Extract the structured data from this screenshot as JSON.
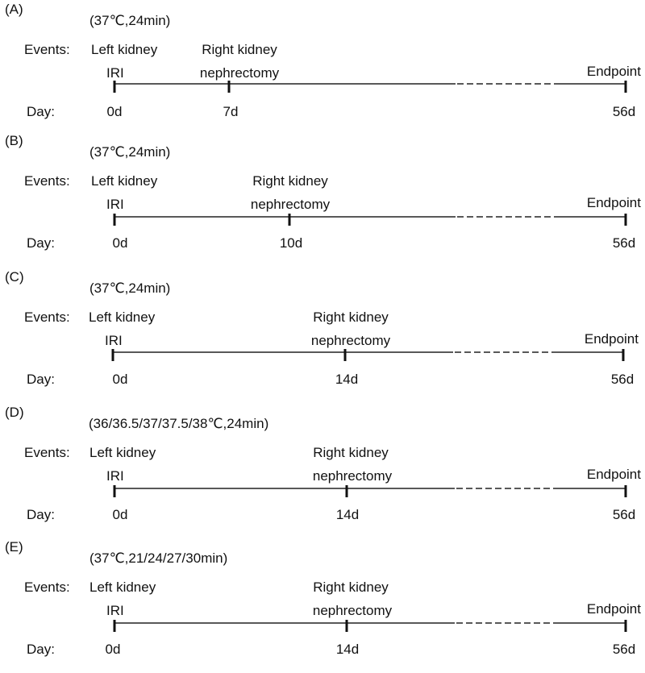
{
  "panels": [
    {
      "label": "(A)",
      "condition": "(37℃,24min)",
      "events_label": "Events:",
      "day_label": "Day:",
      "events": [
        {
          "lines": [
            "Left kidney",
            "IRI"
          ],
          "day": "0d"
        },
        {
          "lines": [
            "Right kidney",
            "nephrectomy"
          ],
          "day": "7d"
        },
        {
          "lines": [
            "Endpoint"
          ],
          "day": "56d"
        }
      ]
    },
    {
      "label": "(B)",
      "condition": "(37℃,24min)",
      "events_label": "Events:",
      "day_label": "Day:",
      "events": [
        {
          "lines": [
            "Left kidney",
            "IRI"
          ],
          "day": "0d"
        },
        {
          "lines": [
            "Right kidney",
            "nephrectomy"
          ],
          "day": "10d"
        },
        {
          "lines": [
            "Endpoint"
          ],
          "day": "56d"
        }
      ]
    },
    {
      "label": "(C)",
      "condition": "(37℃,24min)",
      "events_label": "Events:",
      "day_label": "Day:",
      "events": [
        {
          "lines": [
            "Left kidney",
            "IRI"
          ],
          "day": "0d"
        },
        {
          "lines": [
            "Right kidney",
            "nephrectomy"
          ],
          "day": "14d"
        },
        {
          "lines": [
            "Endpoint"
          ],
          "day": "56d"
        }
      ]
    },
    {
      "label": "(D)",
      "condition": "(36/36.5/37/37.5/38℃,24min)",
      "events_label": "Events:",
      "day_label": "Day:",
      "events": [
        {
          "lines": [
            "Left kidney",
            "IRI"
          ],
          "day": "0d"
        },
        {
          "lines": [
            "Right kidney",
            "nephrectomy"
          ],
          "day": "14d"
        },
        {
          "lines": [
            "Endpoint"
          ],
          "day": "56d"
        }
      ]
    },
    {
      "label": "(E)",
      "condition": "(37℃,21/24/27/30min)",
      "events_label": "Events:",
      "day_label": "Day:",
      "events": [
        {
          "lines": [
            "Left kidney",
            "IRI"
          ],
          "day": "0d"
        },
        {
          "lines": [
            "Right kidney",
            "nephrectomy"
          ],
          "day": "14d"
        },
        {
          "lines": [
            "Endpoint"
          ],
          "day": "56d"
        }
      ]
    }
  ]
}
